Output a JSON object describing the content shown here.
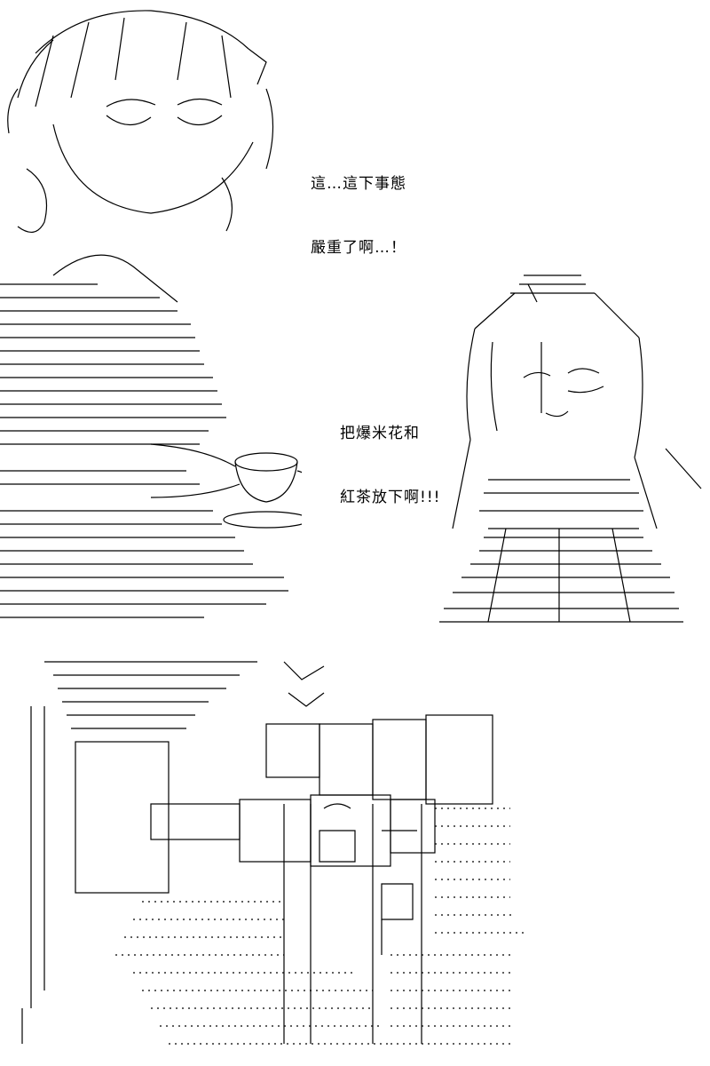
{
  "dialogue": {
    "speech_1": {
      "line_1": "這…這下事態",
      "line_2": "嚴重了啊…！"
    },
    "speech_2": {
      "line_1": "把爆米花和",
      "line_2": "紅茶放下啊!!!"
    }
  }
}
